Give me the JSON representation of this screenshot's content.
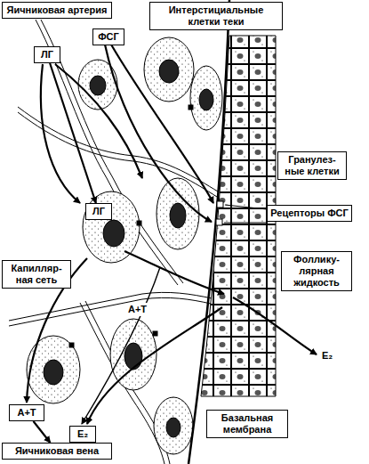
{
  "diagram": {
    "nodes": [
      {
        "text": [
          "Яичниковая артерия"
        ]
      },
      {
        "text": [
          "ФСГ"
        ]
      },
      {
        "text": [
          "Интерстициальные клетки теки"
        ]
      },
      {
        "text": [
          "ЛГ"
        ]
      },
      {
        "text": [
          "Гранулез- ные клетки"
        ]
      },
      {
        "text": [
          "Рецепторы ФСГ"
        ]
      },
      {
        "text": [
          "ЛГ"
        ]
      },
      {
        "text": [
          "Капилляр- ная сеть"
        ]
      },
      {
        "text": [
          "Фоллику- лярная жидкость"
        ]
      },
      {
        "text": [
          "A+T"
        ]
      },
      {
        "text": [
          "E₂"
        ]
      },
      {
        "text": [
          "Базальная мембрана"
        ]
      },
      {
        "text": [
          "Яичниковая вена"
        ]
      }
    ],
    "edges": [
      {
        "from": 3,
        "to": 6,
        "arrow": "to"
      },
      {
        "from": 9,
        "to": 12,
        "arrow": "to"
      }
    ],
    "labels": [
      "A+T",
      "E₂"
    ]
  }
}
